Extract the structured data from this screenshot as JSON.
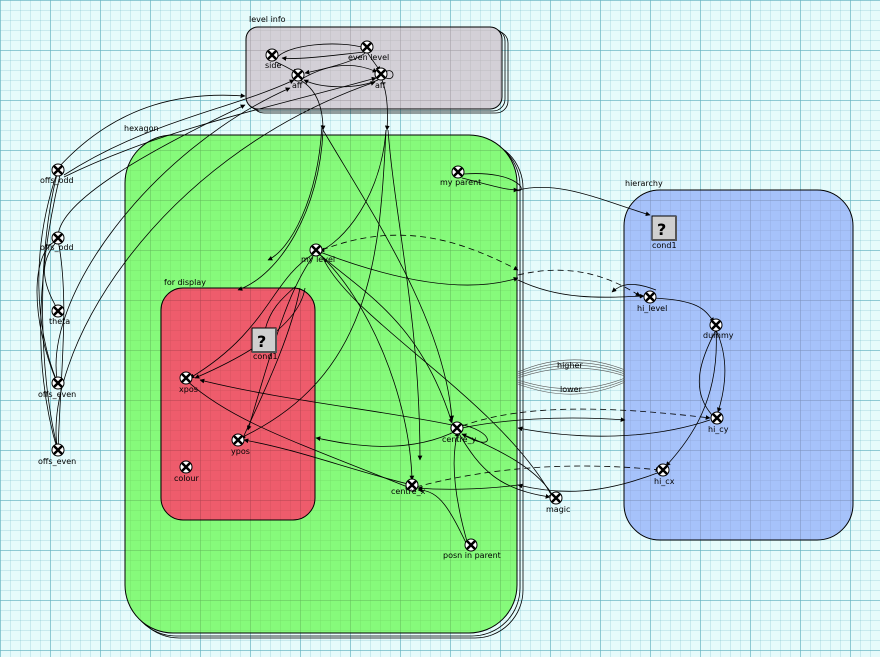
{
  "containers": {
    "level_info": "level info",
    "hexagon": "hexagon",
    "for_display": "for display",
    "hierarchy": "hierarchy"
  },
  "nodes": {
    "side": "side",
    "even_level": "even level",
    "aff1": "aff",
    "aff2": "aff",
    "offs_odd_1": "offs_odd",
    "offs_odd_2": "offs_odd",
    "theta": "theta",
    "offs_even_1": "offs_even",
    "offs_even_2": "offs_even",
    "my_parent": "my parent",
    "my_level": "my level",
    "xpos": "xpos",
    "ypos": "ypos",
    "colour": "colour",
    "centre_y": "centre_y",
    "centre_x": "centre_x",
    "posn_in_parent": "posn in parent",
    "magic": "magic",
    "hi_level": "hi_level",
    "dummy": "dummy",
    "hi_cy": "hi_cy",
    "hi_cx": "hi_cx"
  },
  "conditionals": {
    "hex_cond": "cond1",
    "hier_cond": "cond1",
    "symbol": "?"
  },
  "flow_labels": {
    "higher": "higher",
    "lower": "lower"
  },
  "colors": {
    "level_info_fill": "#d3d0d7",
    "hexagon_fill": "#86fa7b",
    "for_display_fill": "#ee5c6c",
    "hierarchy_fill": "#a6c2fa",
    "grid_line": "#5fafbe",
    "background": "#e6fbfb"
  },
  "icons": [
    "node-icon",
    "conditional-icon"
  ]
}
